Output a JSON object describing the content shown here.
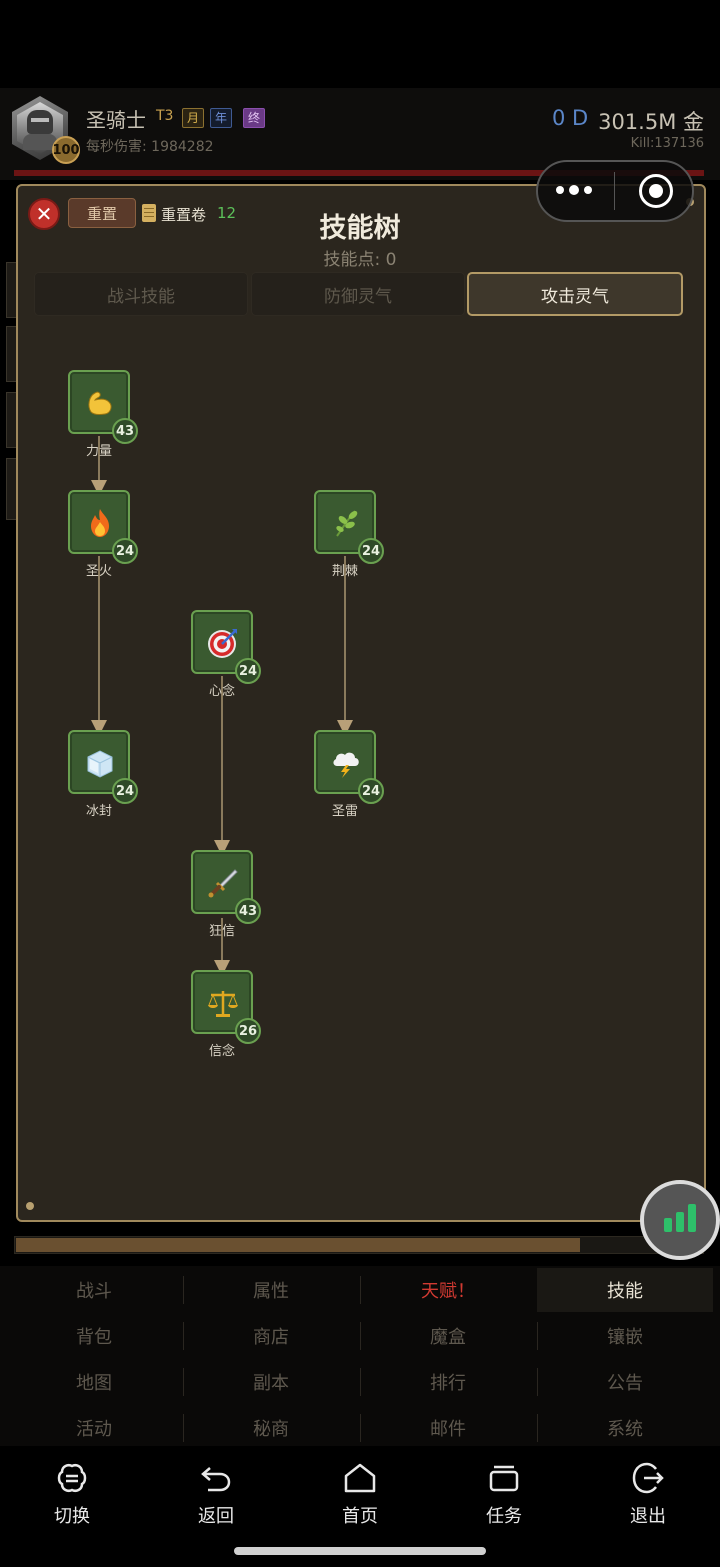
{
  "header": {
    "hero_name": "圣骑士",
    "tier": "T3",
    "tags": [
      "月",
      "年",
      "终"
    ],
    "level": "100",
    "dps": "每秒伤害: 1984282",
    "depth": "0 D",
    "gold": "301.5M 金",
    "kill": "Kill:137136"
  },
  "panel": {
    "reset_label": "重置",
    "reset_scroll_label": "重置卷",
    "reset_scroll_count": "12",
    "title": "技能树",
    "skill_points": "技能点: 0",
    "tabs": [
      {
        "label": "战斗技能",
        "active": false
      },
      {
        "label": "防御灵气",
        "active": false
      },
      {
        "label": "攻击灵气",
        "active": true
      }
    ]
  },
  "tree": {
    "nodes": [
      {
        "id": "strength",
        "label": "力量",
        "level": "43",
        "icon": "flexed-arm-icon"
      },
      {
        "id": "holy-fire",
        "label": "圣火",
        "level": "24",
        "icon": "fire-icon"
      },
      {
        "id": "thorns",
        "label": "荆棘",
        "level": "24",
        "icon": "herb-icon"
      },
      {
        "id": "focus",
        "label": "心念",
        "level": "24",
        "icon": "target-icon"
      },
      {
        "id": "freeze",
        "label": "冰封",
        "level": "24",
        "icon": "ice-cube-icon"
      },
      {
        "id": "holy-thunder",
        "label": "圣雷",
        "level": "24",
        "icon": "storm-cloud-icon"
      },
      {
        "id": "fanatic",
        "label": "狂信",
        "level": "43",
        "icon": "dagger-icon"
      },
      {
        "id": "faith",
        "label": "信念",
        "level": "26",
        "icon": "balance-scale-icon"
      }
    ]
  },
  "menu": {
    "rows": [
      [
        {
          "label": "战斗"
        },
        {
          "label": "属性"
        },
        {
          "label": "天赋！",
          "alert": true
        },
        {
          "label": "技能",
          "active": true
        }
      ],
      [
        {
          "label": "背包"
        },
        {
          "label": "商店"
        },
        {
          "label": "魔盒"
        },
        {
          "label": "镶嵌"
        }
      ],
      [
        {
          "label": "地图"
        },
        {
          "label": "副本"
        },
        {
          "label": "排行"
        },
        {
          "label": "公告"
        }
      ],
      [
        {
          "label": "活动"
        },
        {
          "label": "秘商"
        },
        {
          "label": "邮件"
        },
        {
          "label": "系统"
        }
      ]
    ]
  },
  "navbar": {
    "items": [
      {
        "label": "切换",
        "icon": "switch-icon"
      },
      {
        "label": "返回",
        "icon": "back-icon"
      },
      {
        "label": "首页",
        "icon": "home-icon"
      },
      {
        "label": "任务",
        "icon": "tasks-icon"
      },
      {
        "label": "退出",
        "icon": "exit-icon"
      }
    ]
  },
  "colors": {
    "panel_bg": "#2b261e",
    "panel_border": "#a0895c",
    "node_bg": "#3a5a30",
    "node_border": "#6aa050",
    "alert": "#d23a32",
    "depth": "#5b86c8"
  }
}
